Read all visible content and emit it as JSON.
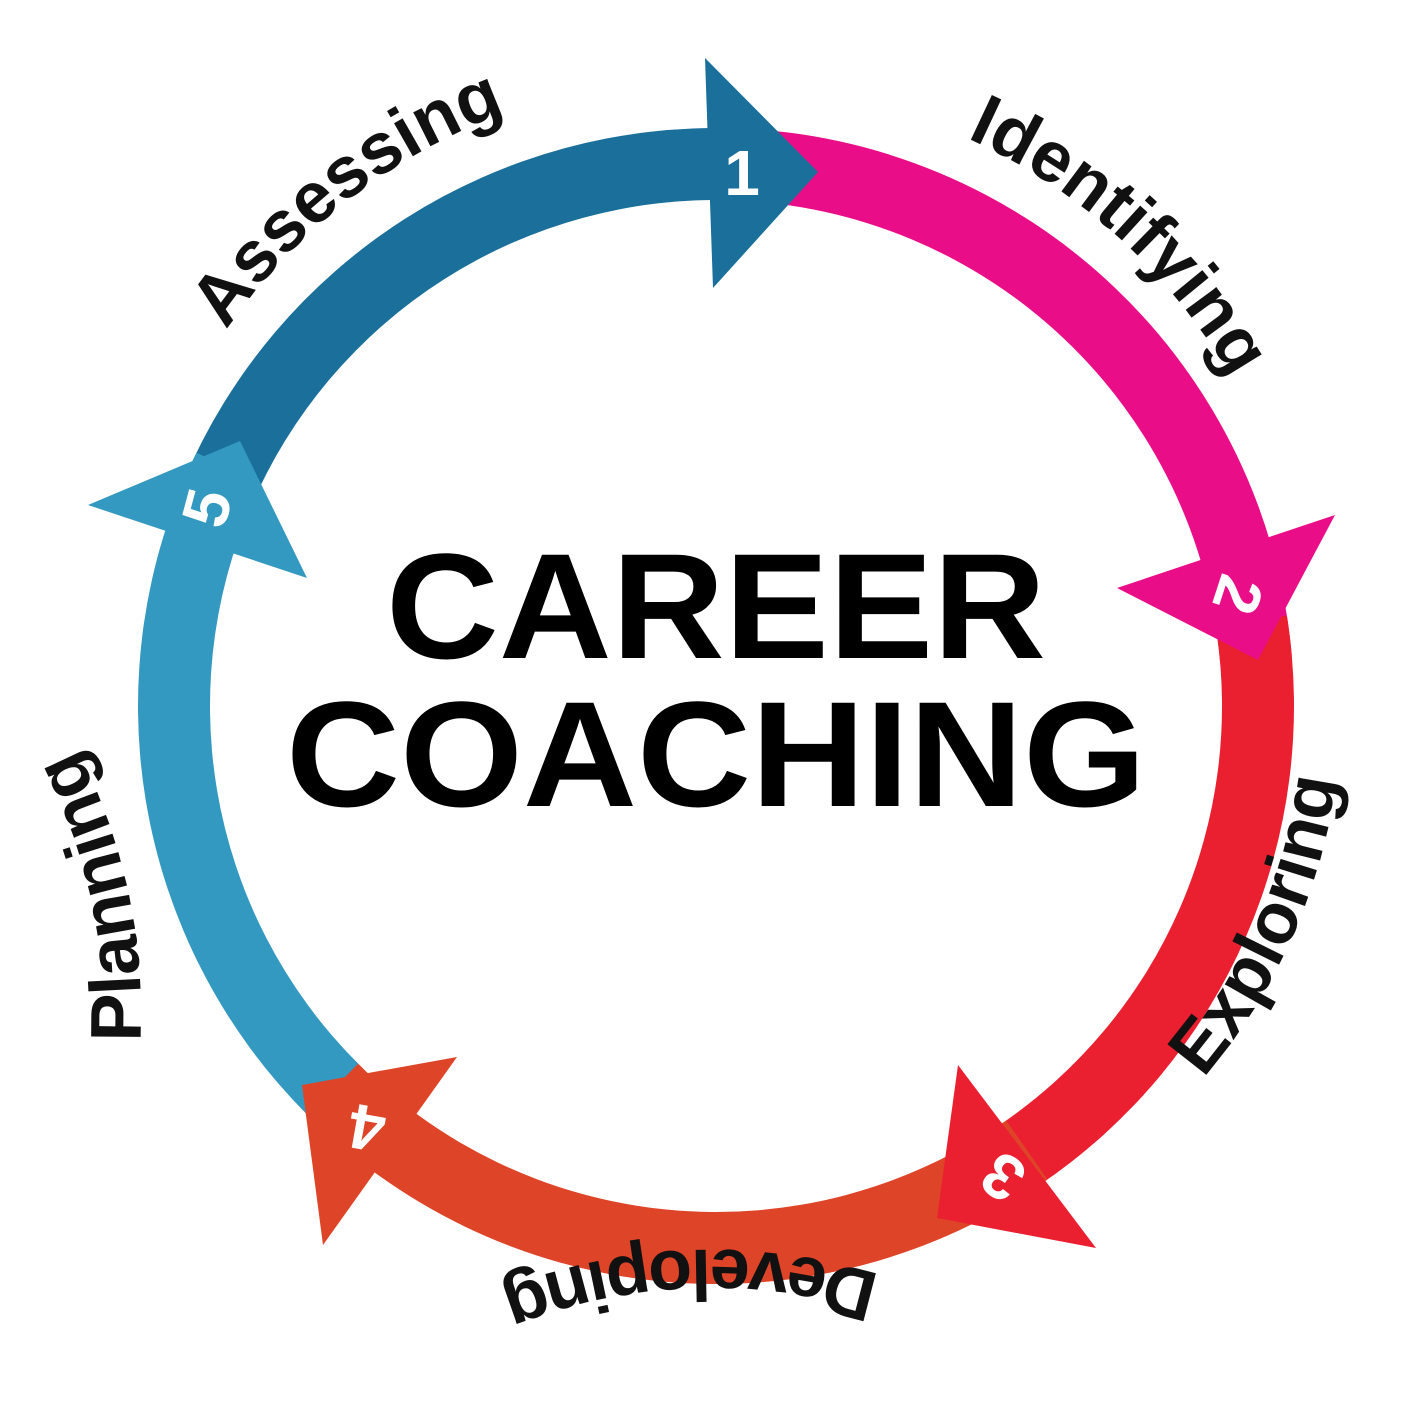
{
  "center": {
    "line1": "CAREER",
    "line2": "COACHING"
  },
  "steps": [
    {
      "number": "1",
      "label": "Assessing",
      "color": "#1a6f9b"
    },
    {
      "number": "2",
      "label": "Identifying",
      "color": "#e90e87"
    },
    {
      "number": "3",
      "label": "Exploring",
      "color": "#ea1f2f"
    },
    {
      "number": "4",
      "label": "Developing",
      "color": "#de4528"
    },
    {
      "number": "5",
      "label": "Planning",
      "color": "#3399c1"
    }
  ]
}
